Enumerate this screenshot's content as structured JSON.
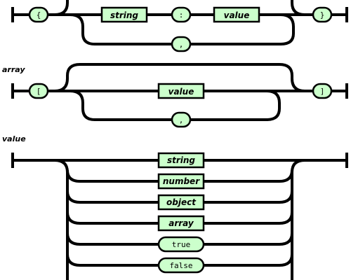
{
  "object_rule": {
    "open": "{",
    "close": "}",
    "key": "string",
    "colon": ":",
    "value": "value",
    "separator": ","
  },
  "array_rule": {
    "title": "array",
    "open": "[",
    "close": "]",
    "value": "value",
    "separator": ","
  },
  "value_rule": {
    "title": "value",
    "alternatives": [
      {
        "label": "string",
        "kind": "nonterminal"
      },
      {
        "label": "number",
        "kind": "nonterminal"
      },
      {
        "label": "object",
        "kind": "nonterminal"
      },
      {
        "label": "array",
        "kind": "nonterminal"
      },
      {
        "label": "true",
        "kind": "terminal"
      },
      {
        "label": "false",
        "kind": "terminal"
      }
    ]
  }
}
